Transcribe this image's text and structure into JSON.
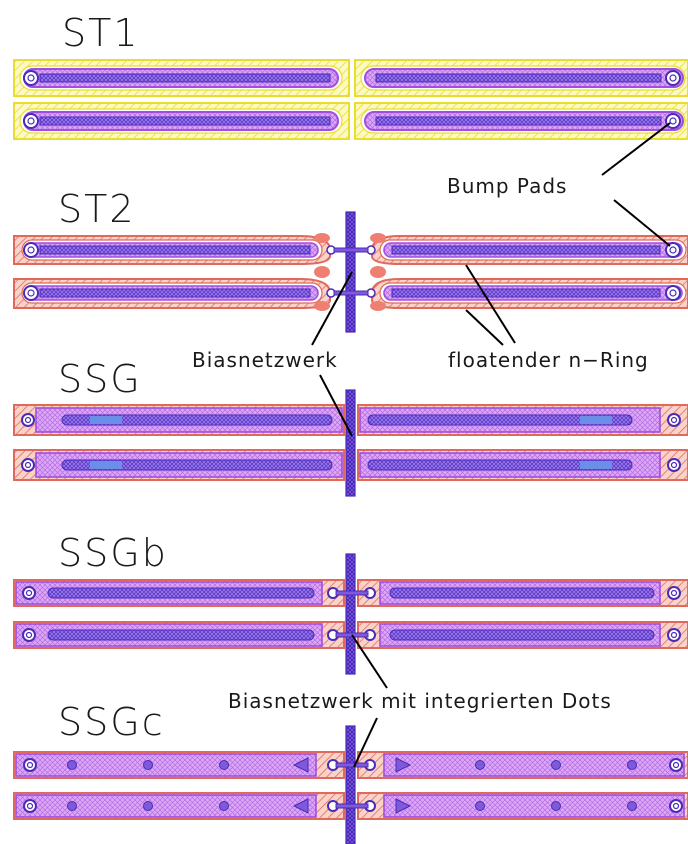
{
  "colors": {
    "st1_frame": "#ede53a",
    "st1_frame_fill": "#fcf7a8",
    "n_ring": "#e0695c",
    "n_ring_fill": "#f7c2b6",
    "implant": "#b069e6",
    "implant_fill": "#dca9f6",
    "metal": "#5a2bd8",
    "metal_fill": "#8f72e2",
    "pad": "#4a2bb8"
  },
  "sections": {
    "st1": {
      "title": "ST1"
    },
    "st2": {
      "title": "ST2"
    },
    "ssg": {
      "title": "SSG"
    },
    "ssgb": {
      "title": "SSGb"
    },
    "ssgc": {
      "title": "SSGc"
    }
  },
  "annotations": {
    "bump_pads": "Bump Pads",
    "biasnetzwerk": "Biasnetzwerk",
    "floatender_ring": "floatender n−Ring",
    "biasnetzwerk_dots": "Biasnetzwerk mit integrierten Dots"
  }
}
